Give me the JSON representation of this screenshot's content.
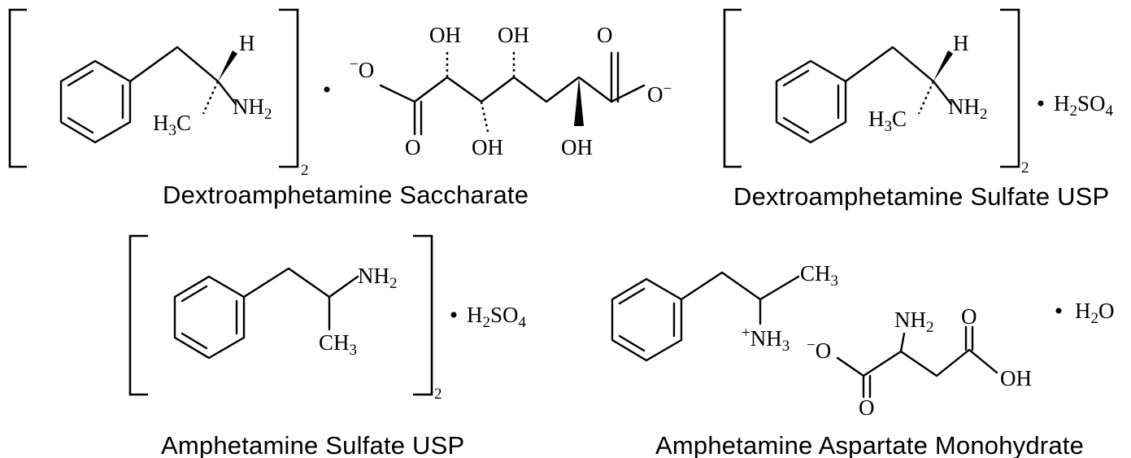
{
  "structures": [
    {
      "name": "Dextroamphetamine Saccharate",
      "multiplier": "2",
      "labels": {
        "h": "H",
        "h3c": "H",
        "h3c_sub": "3",
        "h3c_c": "C",
        "nh2": "NH",
        "nh2_sub": "2",
        "o_left_charge": "−",
        "o_left": "O",
        "oh1": "OH",
        "oh2": "OH",
        "oh3": "OH",
        "oh4": "OH",
        "o_top_right": "O",
        "o_right": "O",
        "o_right_charge": "−",
        "o_bottom_left": "O"
      }
    },
    {
      "name": "Dextroamphetamine Sulfate USP",
      "multiplier": "2",
      "labels": {
        "h": "H",
        "h3c": "H",
        "h3c_sub": "3",
        "h3c_c": "C",
        "nh2": "NH",
        "nh2_sub": "2",
        "acid_h": "H",
        "acid_h_sub": "2",
        "acid_so": "SO",
        "acid_so_sub": "4"
      }
    },
    {
      "name": "Amphetamine Sulfate USP",
      "multiplier": "2",
      "labels": {
        "nh2": "NH",
        "nh2_sub": "2",
        "ch3": "CH",
        "ch3_sub": "3",
        "acid_h": "H",
        "acid_h_sub": "2",
        "acid_so": "SO",
        "acid_so_sub": "4"
      }
    },
    {
      "name": "Amphetamine Aspartate Monohydrate",
      "labels": {
        "ch3": "CH",
        "ch3_sub": "3",
        "nh3_charge": "+",
        "nh3": "NH",
        "nh3_sub": "3",
        "nh2": "NH",
        "nh2_sub": "2",
        "o_left_charge": "−",
        "o_left": "O",
        "o_top": "O",
        "oh": "OH",
        "o_bottom": "O",
        "water_h": "H",
        "water_h_sub": "2",
        "water_o": "O"
      }
    }
  ]
}
